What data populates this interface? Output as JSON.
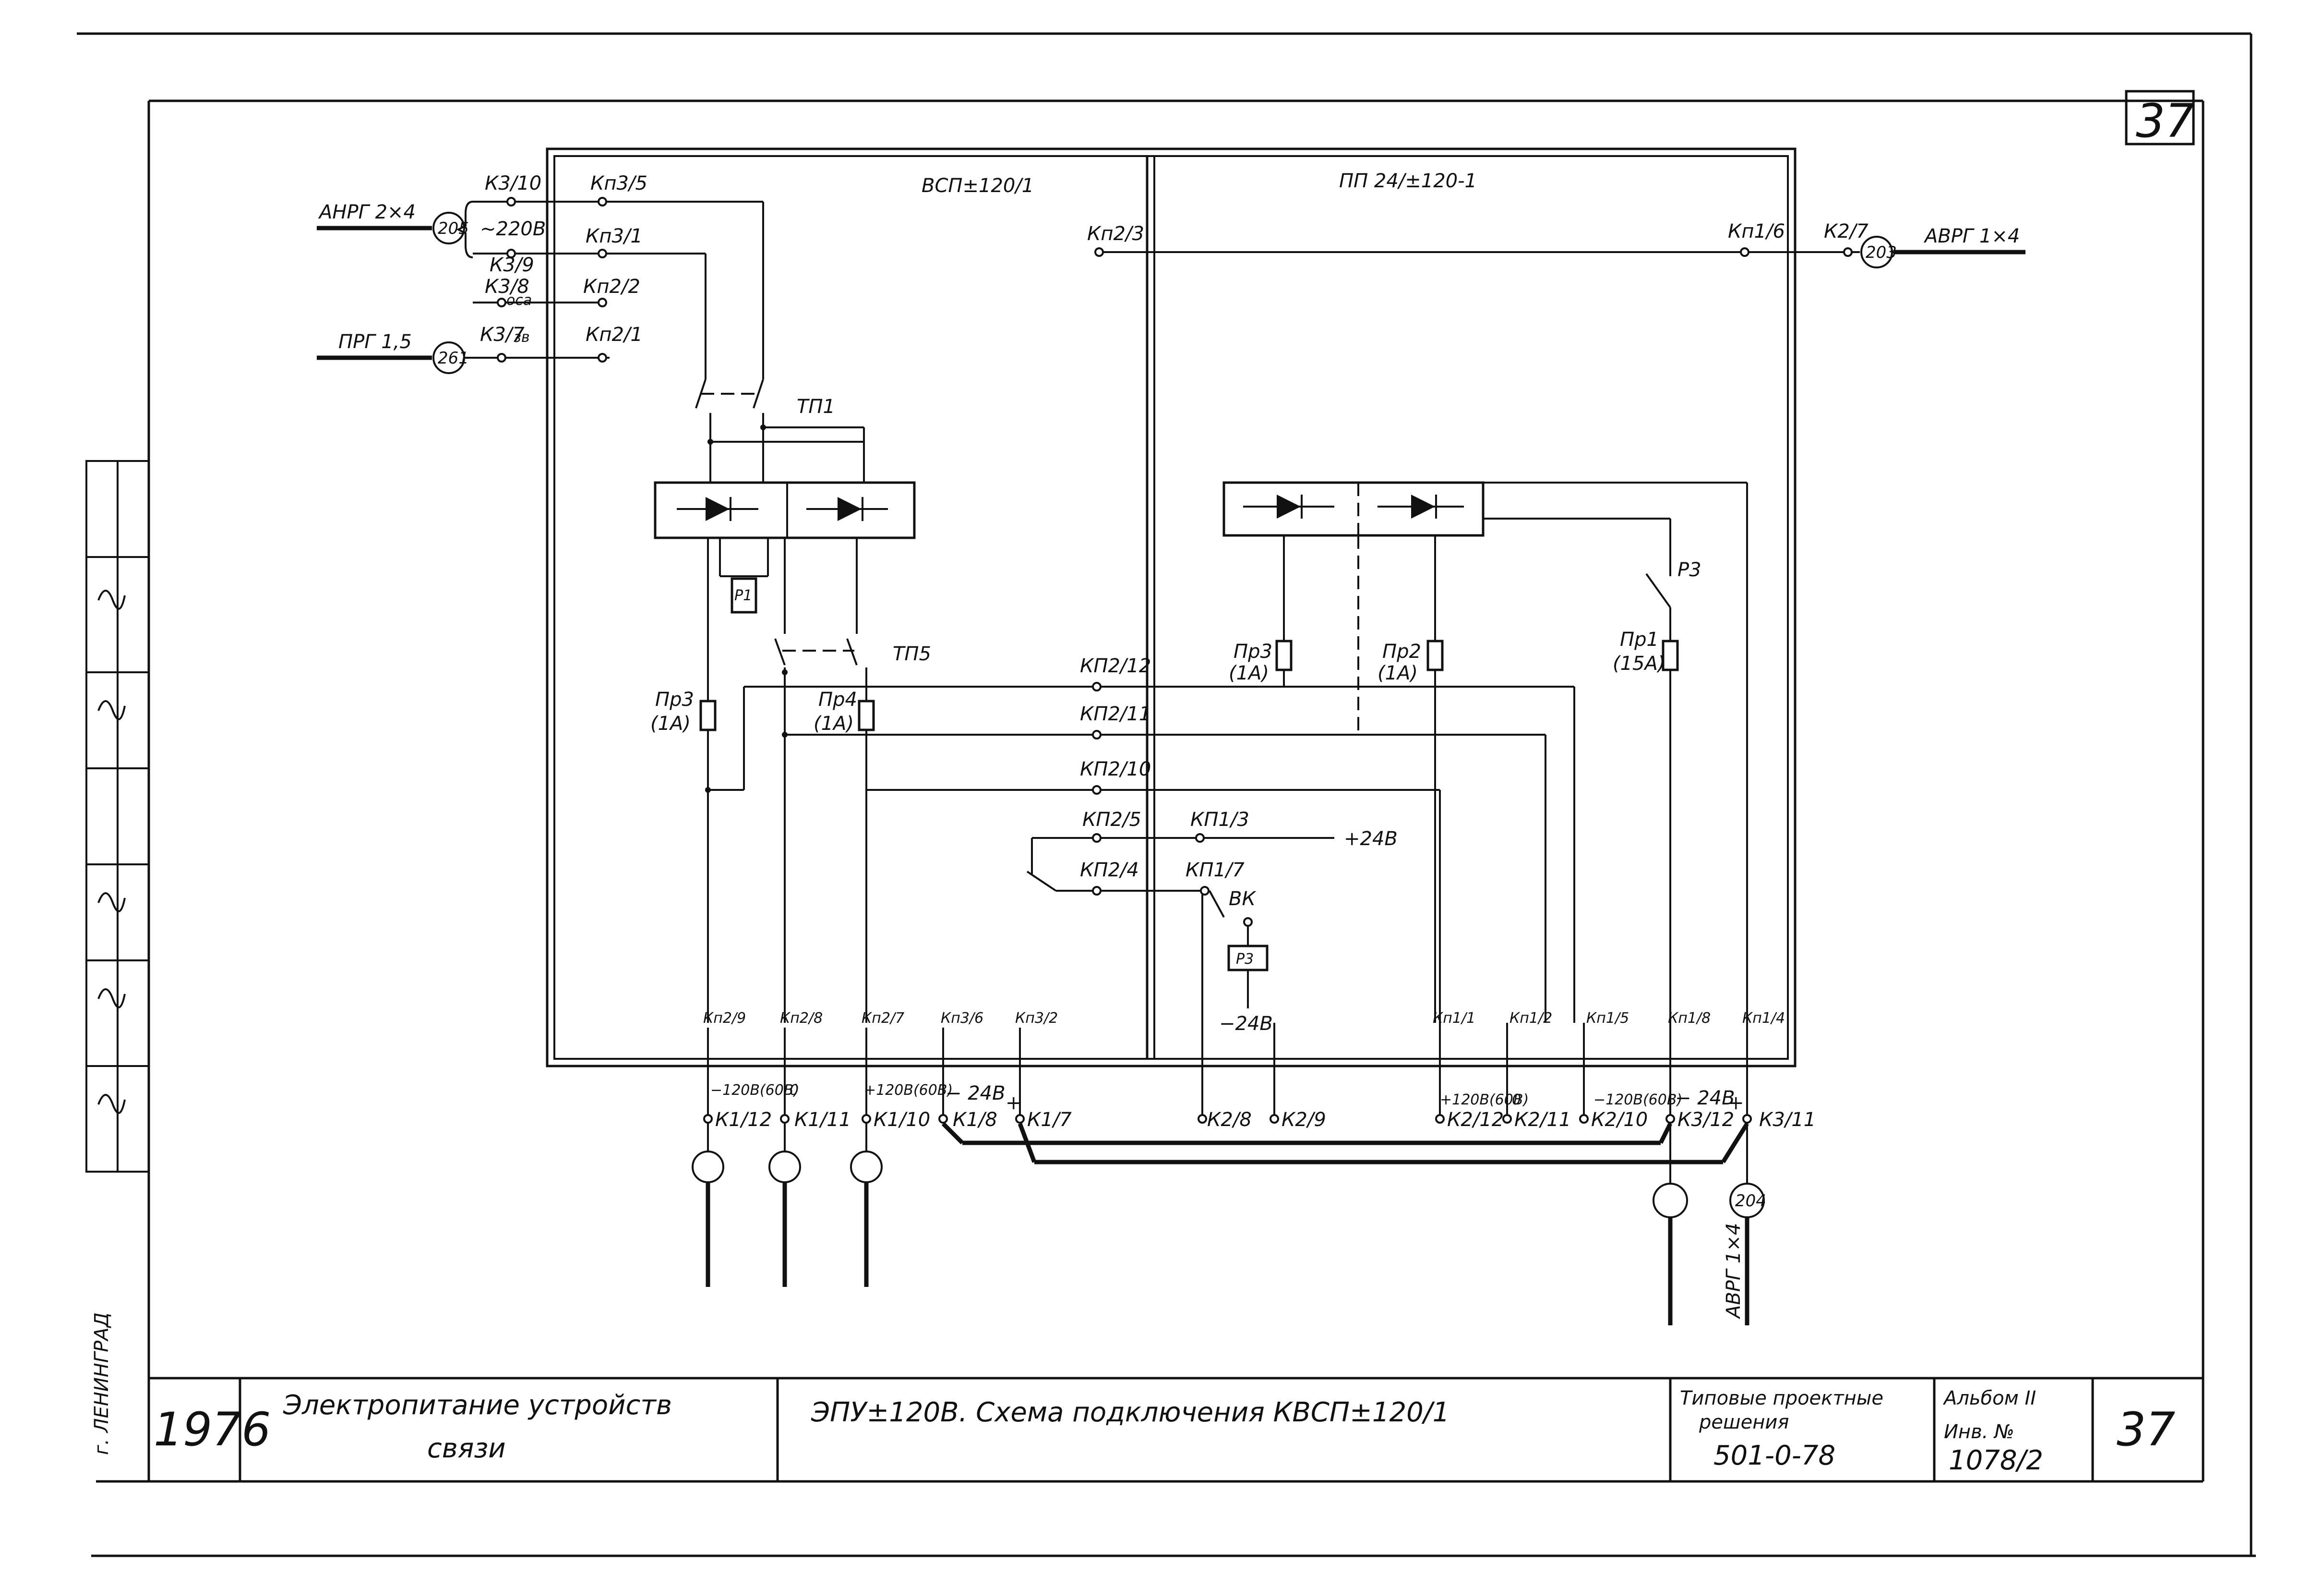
{
  "sheet": {
    "corner_number": "37",
    "city_stamp": "г. ЛЕНИНГРАД",
    "title_block": {
      "year": "1976",
      "subject_line1": "Электропитание устройств",
      "subject_line2": "связи",
      "title": "ЭПУ±120В. Схема подключения КВСП±120/1",
      "series_label_line1": "Типовые проектные",
      "series_label_line2": "решения",
      "series_code": "501-0-78",
      "album": "Альбом II",
      "inventory_label": "Инв. №",
      "inventory_number": "1078/2",
      "sheet_number": "37"
    }
  },
  "schematic": {
    "block_left_title": "ВСП±120/1",
    "block_right_title": "ПП 24/±120-1",
    "cables": [
      {
        "label": "АНРГ 2×4",
        "marker": "205"
      },
      {
        "label": "ПРГ 1,5",
        "marker": "261"
      },
      {
        "label": "АВРГ 1×4",
        "marker": "203"
      },
      {
        "label": "АВРГ 1×4",
        "marker": "204"
      }
    ],
    "input_notes": [
      "~220В",
      "оса",
      "зв"
    ],
    "terminals_top": [
      "К3/10",
      "Кп3/5",
      "Кп3/1",
      "К3/9",
      "К3/8",
      "Кп2/2",
      "К3/7",
      "Кп2/1",
      "Кп2/3",
      "Кп1/6",
      "К2/7"
    ],
    "switches": [
      "ТП1",
      "ТП5",
      "Р3",
      "ВК"
    ],
    "relays": [
      "Р1",
      "Р3"
    ],
    "fuses": [
      {
        "name": "Пр3",
        "rating": "(1А)"
      },
      {
        "name": "Пр4",
        "rating": "(1А)"
      },
      {
        "name": "Пр3",
        "rating": "(1А)"
      },
      {
        "name": "Пр2",
        "rating": "(1А)"
      },
      {
        "name": "Пр1",
        "rating": "(15А)"
      }
    ],
    "bus_terminals": [
      "КП2/12",
      "КП2/11",
      "КП2/10",
      "КП2/5",
      "КП1/3",
      "КП2/4",
      "КП1/7"
    ],
    "supply_labels": [
      "+24В",
      "−24В"
    ],
    "bottom_terminals": [
      "Кп2/9",
      "Кп2/8",
      "Кп2/7",
      "Кп3/6",
      "Кп3/2",
      "Кп1/1",
      "Кп1/2",
      "Кп1/5",
      "Кп1/8",
      "Кп1/4"
    ],
    "outputs": [
      {
        "voltage": "−120В(60В)",
        "terminal": "К1/12"
      },
      {
        "voltage": "0",
        "terminal": "К1/11"
      },
      {
        "voltage": "+120В(60В)",
        "terminal": "К1/10"
      },
      {
        "voltage": "− 24В",
        "terminal": "К1/8"
      },
      {
        "voltage": "+",
        "terminal": "К1/7"
      },
      {
        "voltage": "",
        "terminal": "К2/8"
      },
      {
        "voltage": "",
        "terminal": "К2/9"
      },
      {
        "voltage": "+120В(60В)",
        "terminal": "К2/12"
      },
      {
        "voltage": "0",
        "terminal": "К2/11"
      },
      {
        "voltage": "−120В(60В)",
        "terminal": "К2/10"
      },
      {
        "voltage": "− 24В",
        "terminal": "К3/12"
      },
      {
        "voltage": "+",
        "terminal": "К3/11"
      }
    ]
  }
}
